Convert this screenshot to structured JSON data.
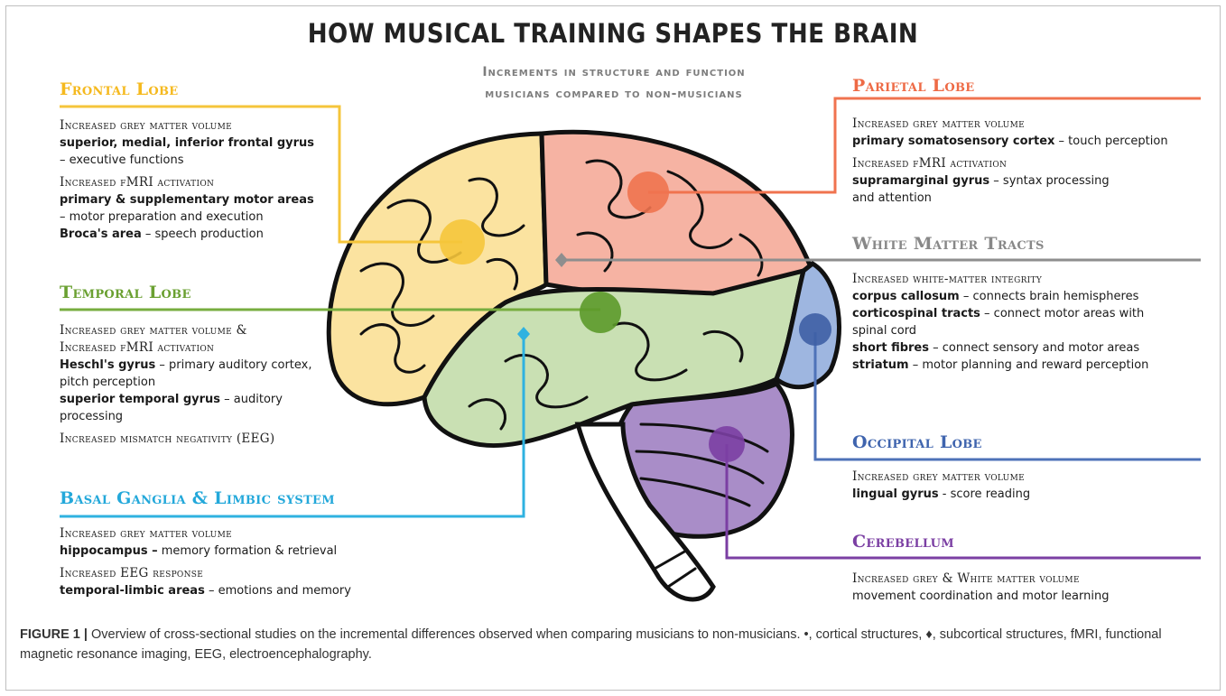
{
  "title": "HOW MUSICAL TRAINING SHAPES THE BRAIN",
  "subtitle": [
    "Increments in structure and function",
    "musicians compared to non-musicians"
  ],
  "colors": {
    "frontal": "#f5c53b",
    "parietal": "#f0734f",
    "white_matter": "#8e8e8e",
    "temporal": "#77ad3f",
    "basal": "#2fb2e0",
    "occipital": "#4e72b8",
    "cerebellum": "#7b3fa3"
  },
  "frontal": {
    "heading": "Frontal Lobe",
    "lines": [
      {
        "sc": "Increased grey matter volume"
      },
      {
        "bold": "superior, medial, inferior frontal gyrus"
      },
      {
        "text": " – executive functions"
      },
      {
        "gap": true
      },
      {
        "sc": "Increased fMRI activation"
      },
      {
        "bold": "primary & supplementary motor areas"
      },
      {
        "text": " – motor preparation and execution"
      },
      {
        "bold": "Broca's area",
        "text": " – speech production"
      }
    ]
  },
  "temporal": {
    "heading": "Temporal Lobe",
    "lines": [
      {
        "sc": "Increased grey matter volume &"
      },
      {
        "sc": "Increased fMRI activation"
      },
      {
        "bold": "Heschl's gyrus",
        "text": " – primary auditory cortex,"
      },
      {
        "text": "pitch perception"
      },
      {
        "bold": "superior temporal gyrus",
        "text": " – auditory"
      },
      {
        "text": "processing"
      },
      {
        "gap": true
      },
      {
        "sc": "Increased mismatch negativity (EEG)"
      }
    ]
  },
  "basal": {
    "heading": "Basal Ganglia & Limbic system",
    "lines": [
      {
        "sc": "Increased grey matter volume"
      },
      {
        "bold": "hippocampus –",
        "text": " memory formation & retrieval"
      },
      {
        "gap": true
      },
      {
        "sc": "Increased EEG response"
      },
      {
        "bold": "temporal-limbic areas",
        "text": " – emotions and memory"
      }
    ]
  },
  "parietal": {
    "heading": "Parietal Lobe",
    "lines": [
      {
        "sc": "Increased grey matter volume"
      },
      {
        "bold": "primary somatosensory cortex",
        "text": " – touch perception"
      },
      {
        "gap": true
      },
      {
        "sc": "Increased fMRI activation"
      },
      {
        "bold": "supramarginal gyrus",
        "text": " – syntax processing"
      },
      {
        "text": "and attention"
      }
    ]
  },
  "white_matter": {
    "heading": "White Matter Tracts",
    "lines": [
      {
        "sc": "Increased white-matter integrity"
      },
      {
        "bold": "corpus callosum",
        "text": " – connects brain hemispheres"
      },
      {
        "bold": "corticospinal tracts",
        "text": " – connect motor areas with"
      },
      {
        "text": "spinal cord"
      },
      {
        "bold": "short fibres",
        "text": " – connect sensory and motor areas"
      },
      {
        "bold": "striatum",
        "text": " – motor planning and reward perception"
      }
    ]
  },
  "occipital": {
    "heading": "Occipital Lobe",
    "lines": [
      {
        "sc": "Increased grey matter volume"
      },
      {
        "bold": "lingual gyrus",
        "text": " - score reading"
      }
    ]
  },
  "cerebellum": {
    "heading": "Cerebellum",
    "lines": [
      {
        "sc": "Increased grey  & White matter volume"
      },
      {
        "text": "movement coordination and motor learning"
      }
    ]
  },
  "caption": {
    "label": "FIGURE 1 |",
    "text": " Overview of cross-sectional studies on the incremental differences observed when comparing musicians to non-musicians. •, cortical structures, ♦, subcortical structures, fMRI, functional magnetic resonance imaging, EEG, electroencephalography."
  }
}
